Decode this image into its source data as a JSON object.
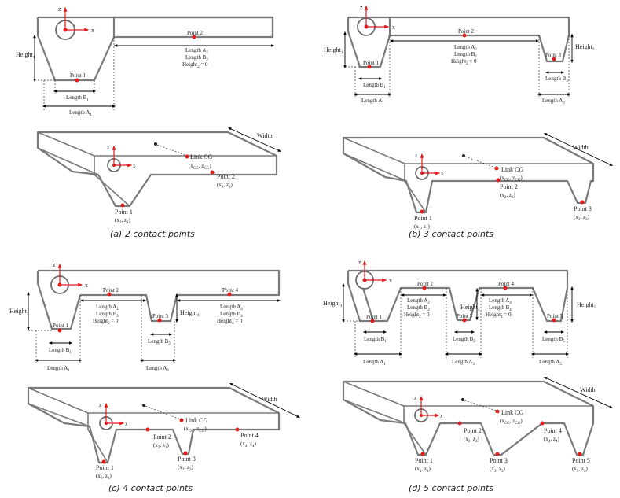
{
  "panels": [
    {
      "caption": "(a) 2 contact points",
      "top_labels": {
        "x": "x",
        "z": "z",
        "height1": "Height",
        "height1_sub": "1",
        "point1": "Point 1",
        "point2": "Point 2",
        "lengthB1": "Length B",
        "lengthB1_sub": "1",
        "lengthA1": "Length A",
        "lengthA1_sub": "1",
        "lenA2": "Length A",
        "lenA2_sub": "2",
        "lenB2": "Length B",
        "lenB2_sub": "2",
        "h2": "Height",
        "h2_sub": "2",
        "h2_val": " = 0"
      },
      "iso_labels": {
        "x": "x",
        "z": "z",
        "width": "Width",
        "cg": "Link CG",
        "cg_coord": "(x",
        "cg_sub1": "CG",
        "cg_mid": ", z",
        "cg_sub2": "CG",
        "close": ")",
        "p1": "Point 1",
        "p1c": "(x",
        "p1s": "1",
        "p1m": ", z",
        "p2": "Point 2",
        "p2c": "(x",
        "p2s": "2",
        "p2m": ", z"
      }
    },
    {
      "caption": "(b) 3 contact points",
      "labels": {
        "height1": "Height",
        "height1_sub": "1",
        "height3": "Height",
        "height3_sub": "3",
        "point1": "Point 1",
        "point2": "Point 2",
        "point3": "Point 3",
        "lenA2": "Length A",
        "lenA2_sub": "2",
        "lenB2": "Length B",
        "lenB2_sub": "2",
        "h2": "Height",
        "h2_sub": "2",
        "h2_val": " = 0",
        "lengthB1": "Length B",
        "lengthB1_sub": "1",
        "lengthA1": "Length A",
        "lengthA1_sub": "1",
        "lengthB3": "Length B",
        "lengthB3_sub": "3",
        "lengthA3": "Length A",
        "lengthA3_sub": "3",
        "x": "x",
        "z": "z",
        "width": "Width",
        "cg": "Link CG",
        "p1": "Point 1",
        "p2": "Point 2",
        "p3": "Point 3"
      }
    },
    {
      "caption": "(c) 4 contact points",
      "labels": {
        "height1": "Height",
        "height1_sub": "1",
        "height3": "Height",
        "height3_sub": "3",
        "point1": "Point 1",
        "point2": "Point 2",
        "point3": "Point 3",
        "point4": "Point 4",
        "lenA2": "Length A",
        "lenA2_sub": "2",
        "lenB2": "Length B",
        "lenB2_sub": "2",
        "h2": "Height",
        "h2_sub": "2",
        "h2_val": " = 0",
        "lenA4": "Length A",
        "lenA4_sub": "4",
        "lenB4": "Length B",
        "lenB4_sub": "4",
        "h4": "Height",
        "h4_sub": "4",
        "h4_val": " = 0",
        "lengthB1": "Length B",
        "lengthB1_sub": "1",
        "lengthA1": "Length A",
        "lengthA1_sub": "1",
        "lengthB3": "Length B",
        "lengthB3_sub": "3",
        "lengthA3": "Length A",
        "lengthA3_sub": "3",
        "x": "x",
        "z": "z",
        "width": "Width",
        "cg": "Link CG",
        "p1": "Point 1",
        "p2": "Point 2",
        "p3": "Point 3",
        "p4": "Point 4"
      }
    },
    {
      "caption": "(d) 5 contact points",
      "labels": {
        "height1": "Height",
        "height1_sub": "1",
        "height3": "Height",
        "height3_sub": "3",
        "height5": "Height",
        "height5_sub": "5",
        "point1": "Point 1",
        "point2": "Point 2",
        "point3": "Point 3",
        "point4": "Point 4",
        "point5": "Point 5",
        "lenA2": "Length A",
        "lenA2_sub": "2",
        "lenB2": "Length B",
        "lenB2_sub": "2",
        "h2": "Height",
        "h2_sub": "2",
        "h2_val": " = 0",
        "lenA4": "Length A",
        "lenA4_sub": "4",
        "lenB4": "Length B",
        "lenB4_sub": "4",
        "h4": "Height",
        "h4_sub": "4",
        "h4_val": " = 0",
        "lengthB1": "Length B",
        "lengthB1_sub": "1",
        "lengthA1": "Length A",
        "lengthA1_sub": "1",
        "lengthB3": "Length B",
        "lengthB3_sub": "3",
        "lengthA3": "Length A",
        "lengthA3_sub": "3",
        "lengthB5": "Length B",
        "lengthB5_sub": "5",
        "lengthA5": "Length A",
        "lengthA5_sub": "5",
        "x": "x",
        "z": "z",
        "width": "Width",
        "cg": "Link CG",
        "p1": "Point 1",
        "p2": "Point 2",
        "p3": "Point 3",
        "p4": "Point 4",
        "p5": "Point 5"
      }
    }
  ],
  "coord": {
    "open": "(x",
    "comma_z": ", z",
    "close": ")",
    "cg_sub": "CG",
    "s1": "1",
    "s2": "2",
    "s3": "3",
    "s4": "4",
    "s5": "5"
  },
  "colors": {
    "accent": "#e21b1b",
    "outline": "#7a7a7a"
  }
}
